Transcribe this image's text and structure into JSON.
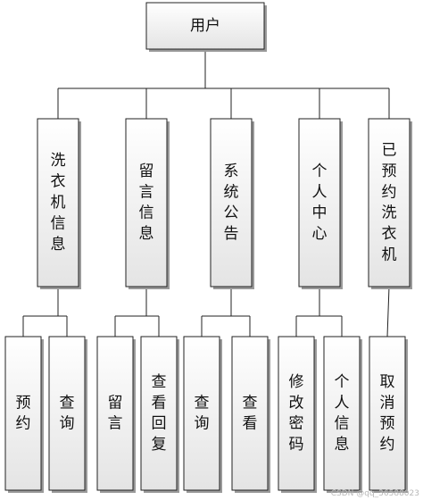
{
  "root": {
    "label": "用户"
  },
  "modules": [
    {
      "label": "洗衣机信息",
      "children": [
        "预约",
        "查询"
      ]
    },
    {
      "label": "留言信息",
      "children": [
        "留言",
        "查看回复"
      ]
    },
    {
      "label": "系统公告",
      "children": [
        "查询",
        "查看"
      ]
    },
    {
      "label": "个人中心",
      "children": [
        "修改密码",
        "个人信息"
      ]
    },
    {
      "label": "已预约洗衣机",
      "children": [
        "取消预约"
      ]
    }
  ],
  "watermark": "CSDN @qq_36588023",
  "colors": {
    "box_top": "#ffffff",
    "box_bottom": "#e4e4e4",
    "line": "#222222",
    "shadow": "#9a9a9a"
  }
}
